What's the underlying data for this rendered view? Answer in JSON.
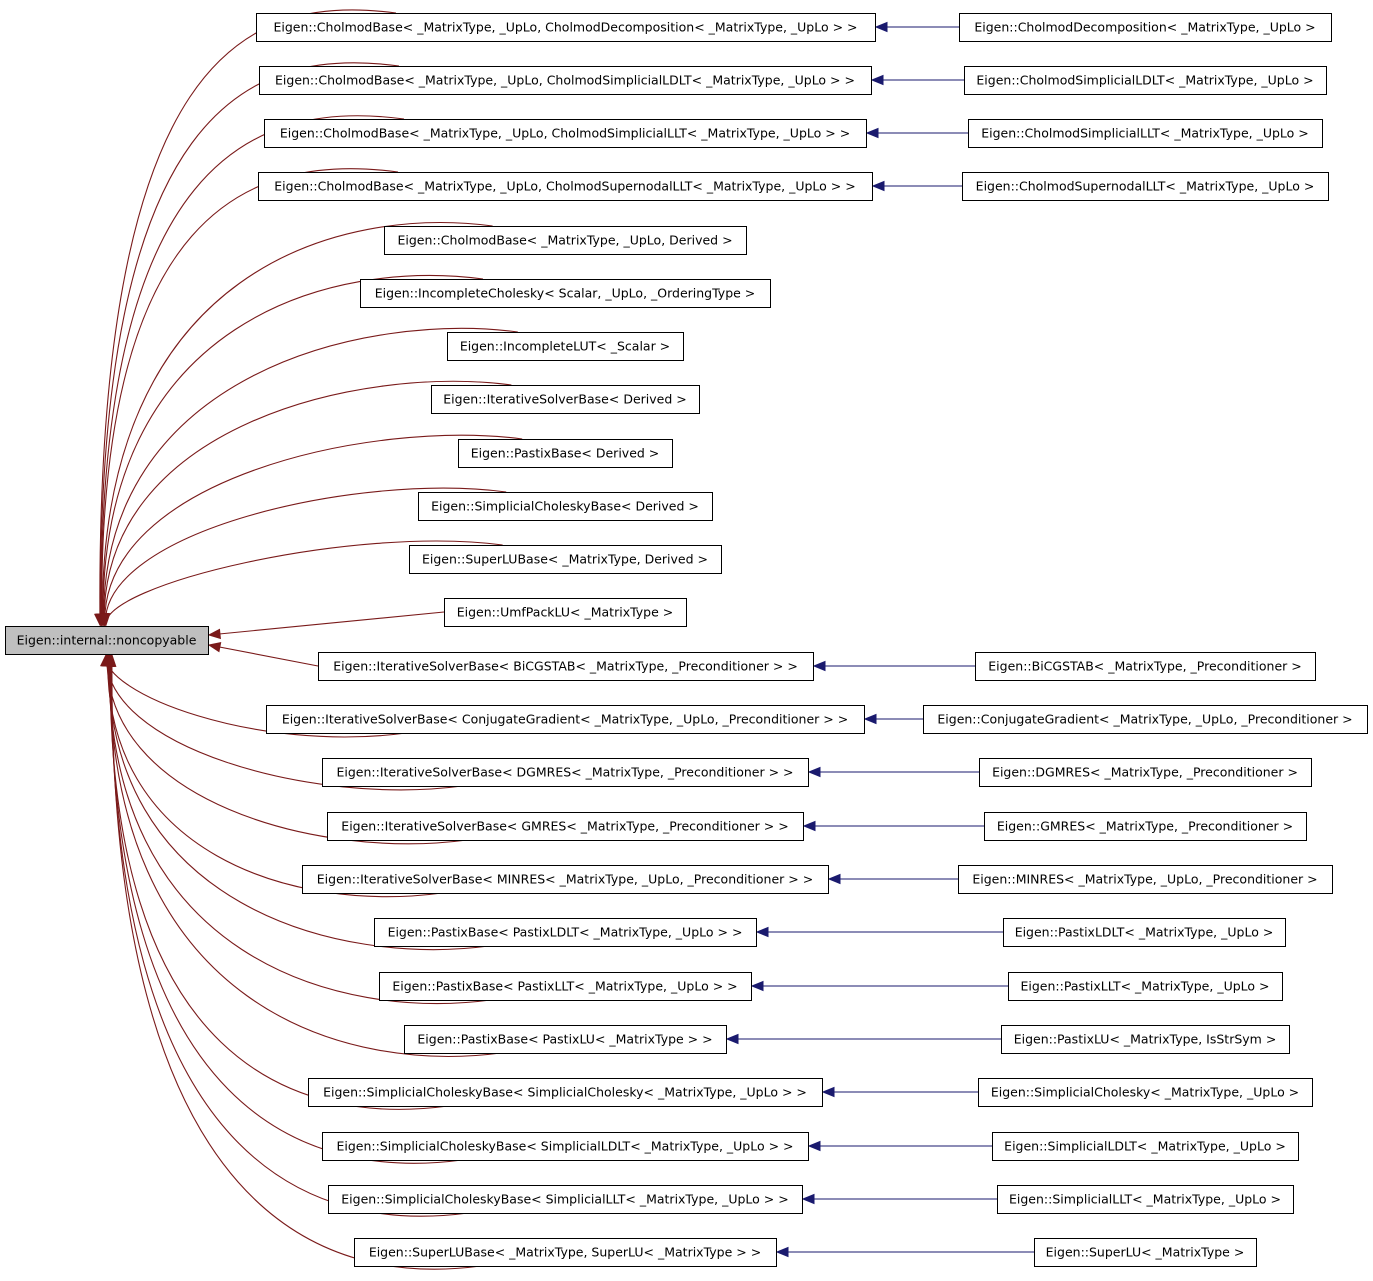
{
  "root": {
    "id": "root",
    "label": "Eigen::internal::noncopyable"
  },
  "middle": [
    {
      "id": "m0",
      "label": "Eigen::CholmodBase< _MatrixType, _UpLo, CholmodDecomposition< _MatrixType, _UpLo > >"
    },
    {
      "id": "m1",
      "label": "Eigen::CholmodBase< _MatrixType, _UpLo, CholmodSimplicialLDLT< _MatrixType, _UpLo > >"
    },
    {
      "id": "m2",
      "label": "Eigen::CholmodBase< _MatrixType, _UpLo, CholmodSimplicialLLT< _MatrixType, _UpLo > >"
    },
    {
      "id": "m3",
      "label": "Eigen::CholmodBase< _MatrixType, _UpLo, CholmodSupernodalLLT< _MatrixType, _UpLo > >"
    },
    {
      "id": "m4",
      "label": "Eigen::CholmodBase< _MatrixType, _UpLo, Derived >"
    },
    {
      "id": "m5",
      "label": "Eigen::IncompleteCholesky< Scalar, _UpLo, _OrderingType >"
    },
    {
      "id": "m6",
      "label": "Eigen::IncompleteLUT< _Scalar >"
    },
    {
      "id": "m7",
      "label": "Eigen::IterativeSolverBase< Derived >"
    },
    {
      "id": "m8",
      "label": "Eigen::PastixBase< Derived >"
    },
    {
      "id": "m9",
      "label": "Eigen::SimplicialCholeskyBase< Derived >"
    },
    {
      "id": "m10",
      "label": "Eigen::SuperLUBase< _MatrixType, Derived >"
    },
    {
      "id": "m11",
      "label": "Eigen::UmfPackLU< _MatrixType >"
    },
    {
      "id": "m12",
      "label": "Eigen::IterativeSolverBase< BiCGSTAB< _MatrixType, _Preconditioner > >"
    },
    {
      "id": "m13",
      "label": "Eigen::IterativeSolverBase< ConjugateGradient< _MatrixType, _UpLo, _Preconditioner > >"
    },
    {
      "id": "m14",
      "label": "Eigen::IterativeSolverBase< DGMRES< _MatrixType, _Preconditioner > >"
    },
    {
      "id": "m15",
      "label": "Eigen::IterativeSolverBase< GMRES< _MatrixType, _Preconditioner > >"
    },
    {
      "id": "m16",
      "label": "Eigen::IterativeSolverBase< MINRES< _MatrixType, _UpLo, _Preconditioner > >"
    },
    {
      "id": "m17",
      "label": "Eigen::PastixBase< PastixLDLT< _MatrixType, _UpLo > >"
    },
    {
      "id": "m18",
      "label": "Eigen::PastixBase< PastixLLT< _MatrixType, _UpLo > >"
    },
    {
      "id": "m19",
      "label": "Eigen::PastixBase< PastixLU< _MatrixType > >"
    },
    {
      "id": "m20",
      "label": "Eigen::SimplicialCholeskyBase< SimplicialCholesky< _MatrixType, _UpLo > >"
    },
    {
      "id": "m21",
      "label": "Eigen::SimplicialCholeskyBase< SimplicialLDLT< _MatrixType, _UpLo > >"
    },
    {
      "id": "m22",
      "label": "Eigen::SimplicialCholeskyBase< SimplicialLLT< _MatrixType, _UpLo > >"
    },
    {
      "id": "m23",
      "label": "Eigen::SuperLUBase< _MatrixType, SuperLU< _MatrixType > >"
    }
  ],
  "right": [
    {
      "id": "r0",
      "parent": "m0",
      "label": "Eigen::CholmodDecomposition< _MatrixType, _UpLo >"
    },
    {
      "id": "r1",
      "parent": "m1",
      "label": "Eigen::CholmodSimplicialLDLT< _MatrixType, _UpLo >"
    },
    {
      "id": "r2",
      "parent": "m2",
      "label": "Eigen::CholmodSimplicialLLT< _MatrixType, _UpLo >"
    },
    {
      "id": "r3",
      "parent": "m3",
      "label": "Eigen::CholmodSupernodalLLT< _MatrixType, _UpLo >"
    },
    {
      "id": "r12",
      "parent": "m12",
      "label": "Eigen::BiCGSTAB< _MatrixType, _Preconditioner >"
    },
    {
      "id": "r13",
      "parent": "m13",
      "label": "Eigen::ConjugateGradient< _MatrixType, _UpLo, _Preconditioner >"
    },
    {
      "id": "r14",
      "parent": "m14",
      "label": "Eigen::DGMRES< _MatrixType, _Preconditioner >"
    },
    {
      "id": "r15",
      "parent": "m15",
      "label": "Eigen::GMRES< _MatrixType, _Preconditioner >"
    },
    {
      "id": "r16",
      "parent": "m16",
      "label": "Eigen::MINRES< _MatrixType, _UpLo, _Preconditioner >"
    },
    {
      "id": "r17",
      "parent": "m17",
      "label": "Eigen::PastixLDLT< _MatrixType, _UpLo >"
    },
    {
      "id": "r18",
      "parent": "m18",
      "label": "Eigen::PastixLLT< _MatrixType, _UpLo >"
    },
    {
      "id": "r19",
      "parent": "m19",
      "label": "Eigen::PastixLU< _MatrixType, IsStrSym >"
    },
    {
      "id": "r20",
      "parent": "m20",
      "label": "Eigen::SimplicialCholesky< _MatrixType, _UpLo >"
    },
    {
      "id": "r21",
      "parent": "m21",
      "label": "Eigen::SimplicialLDLT< _MatrixType, _UpLo >"
    },
    {
      "id": "r22",
      "parent": "m22",
      "label": "Eigen::SimplicialLLT< _MatrixType, _UpLo >"
    },
    {
      "id": "r23",
      "parent": "m23",
      "label": "Eigen::SuperLU< _MatrixType >"
    }
  ],
  "colors": {
    "inherit_edge": "#7a1a1a",
    "child_edge": "#1a1a6e",
    "root_fill": "#bfbfbf"
  }
}
